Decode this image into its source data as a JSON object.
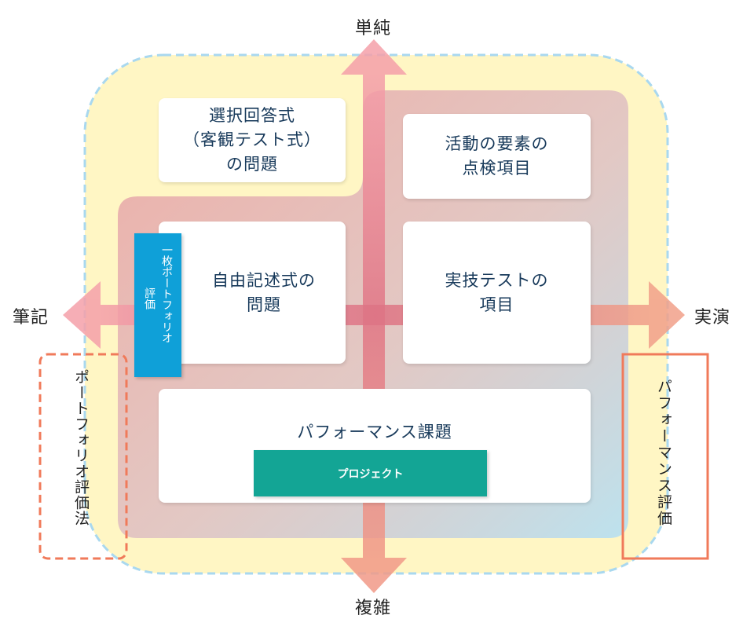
{
  "axes": {
    "top": "単純",
    "bottom": "複雑",
    "left": "筆記",
    "right": "実演"
  },
  "boxes": {
    "multiple_choice": "選択回答式\n（客観テスト式）\nの問題",
    "activity_check": "活動の要素の\n点検項目",
    "free_description": "自由記述式の\n問題",
    "practical_test": "実技テストの\n項目",
    "performance_task": "パフォーマンス課題"
  },
  "one_page_portfolio": {
    "line1": "一枚ポートフォリオ",
    "line2": "評価"
  },
  "project": "プロジェクト",
  "portfolio_method": "ポートフォリオ評価法",
  "performance_eval": "パフォーマンス評価",
  "colors": {
    "navy": "#17395a",
    "blue": "#0fa0d8",
    "teal": "#13a595",
    "orange": "#f07a5a",
    "yellow": "#fff6c4"
  }
}
